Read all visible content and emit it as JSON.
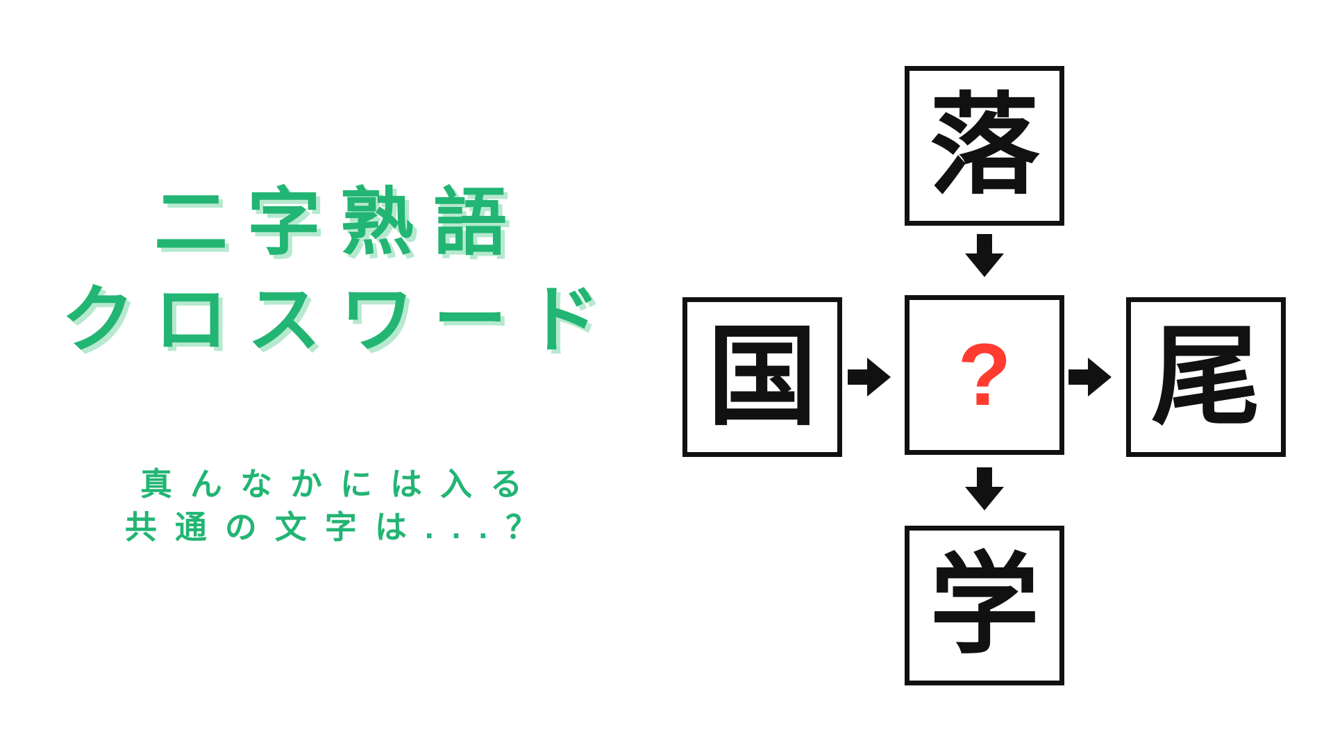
{
  "title": {
    "line1": "二字熟語",
    "line2": "クロスワード"
  },
  "subtitle": {
    "line1": "真んなかには入る",
    "line2": "共通の文字は...？"
  },
  "puzzle": {
    "top_char": "落",
    "left_char": "国",
    "center_char": "?",
    "right_char": "尾",
    "bottom_char": "学"
  },
  "colors": {
    "title_green": "#22b573",
    "title_shadow_green": "#b6e9cf",
    "question_red": "#ff3b30",
    "ink_black": "#111111",
    "background": "#ffffff"
  }
}
